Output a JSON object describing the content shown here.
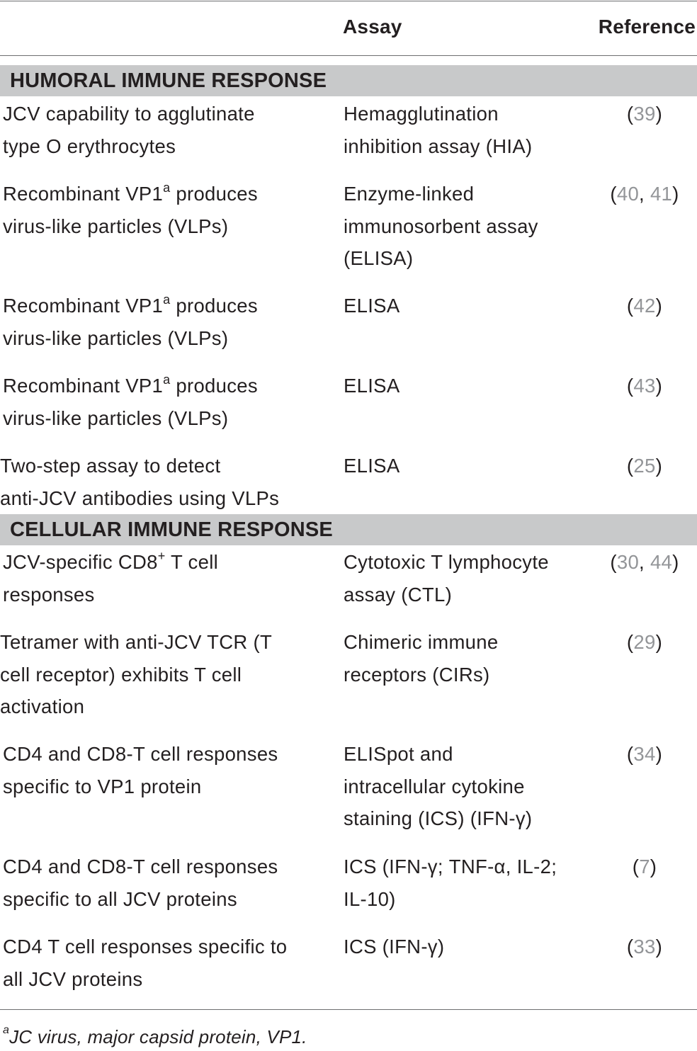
{
  "header": {
    "assay_label": "Assay",
    "reference_label": "Reference"
  },
  "sections": [
    {
      "title": "HUMORAL IMMUNE RESPONSE",
      "rows": [
        {
          "desc_lines": [
            "JCV capability to agglutinate",
            "type O erythrocytes"
          ],
          "assay_lines": [
            "Hemagglutination",
            "inhibition assay (HIA)"
          ],
          "refs": [
            "39"
          ]
        },
        {
          "desc_lines": [
            "Recombinant VP1",
            "virus-like particles (VLPs)"
          ],
          "desc_sup": "a",
          "desc_tail": " produces",
          "assay_lines": [
            "Enzyme-linked",
            "immunosorbent assay",
            "(ELISA)"
          ],
          "refs": [
            "40",
            "41"
          ]
        },
        {
          "desc_lines": [
            "Recombinant VP1",
            "virus-like particles (VLPs)"
          ],
          "desc_sup": "a",
          "desc_tail": " produces",
          "assay_lines": [
            "ELISA"
          ],
          "refs": [
            "42"
          ]
        },
        {
          "desc_lines": [
            "Recombinant VP1",
            "virus-like particles (VLPs)"
          ],
          "desc_sup": "a",
          "desc_tail": " produces",
          "assay_lines": [
            "ELISA"
          ],
          "refs": [
            "43"
          ]
        },
        {
          "desc_lines": [
            "Two-step assay to detect",
            "anti-JCV antibodies using VLPs"
          ],
          "assay_lines": [
            "ELISA"
          ],
          "refs": [
            "25"
          ]
        }
      ]
    },
    {
      "title": "CELLULAR IMMUNE RESPONSE",
      "rows": [
        {
          "desc_lines": [
            "JCV-specific CD8",
            "responses"
          ],
          "desc_sup": "+",
          "desc_tail": " T cell",
          "assay_lines": [
            "Cytotoxic T lymphocyte",
            "assay (CTL)"
          ],
          "refs": [
            "30",
            "44"
          ]
        },
        {
          "desc_lines": [
            "Tetramer with anti-JCV TCR (T",
            "cell receptor) exhibits T cell",
            "activation"
          ],
          "assay_lines": [
            "Chimeric immune",
            "receptors (CIRs)"
          ],
          "refs": [
            "29"
          ]
        },
        {
          "desc_lines": [
            "CD4 and CD8-T cell responses",
            "specific to VP1 protein"
          ],
          "assay_lines": [
            "ELISpot and",
            "intracellular cytokine",
            "staining (ICS) (IFN-γ)"
          ],
          "refs": [
            "34"
          ]
        },
        {
          "desc_lines": [
            "CD4 and CD8-T cell responses",
            "specific to all JCV proteins"
          ],
          "assay_lines": [
            "ICS (IFN-γ; TNF-α, IL-2;",
            "IL-10)"
          ],
          "refs": [
            "7"
          ]
        },
        {
          "desc_lines": [
            "CD4 T cell responses specific to",
            "all JCV proteins"
          ],
          "assay_lines": [
            "ICS (IFN-γ)"
          ],
          "refs": [
            "33"
          ]
        }
      ]
    }
  ],
  "footnote": {
    "marker": "a",
    "text": "JC virus, major capsid protein, VP1."
  },
  "colors": {
    "text": "#231f20",
    "section_bar": "#c8c9ca",
    "reference_link": "#939598",
    "rule": "#6d6e70"
  }
}
